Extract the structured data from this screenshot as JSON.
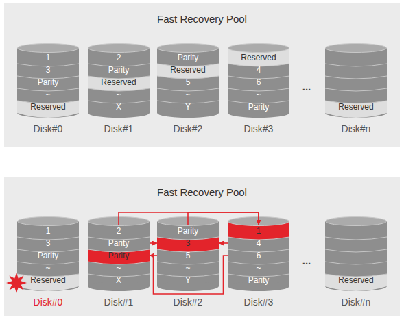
{
  "diagram": {
    "nodes": [
      {
        "text": [
          "Fast Recovery Pool"
        ]
      },
      {
        "text": [
          "Disk#0"
        ],
        "in": 0
      },
      {
        "text": [
          "1"
        ],
        "in": 1
      },
      {
        "text": [
          "3"
        ],
        "in": 1
      },
      {
        "text": [
          "Parity"
        ],
        "in": 1
      },
      {
        "text": [
          "~"
        ],
        "in": 1
      },
      {
        "text": [
          "Reserved"
        ],
        "in": 1
      },
      {
        "text": [
          "Disk#1"
        ],
        "in": 0
      },
      {
        "text": [
          "2"
        ],
        "in": 7
      },
      {
        "text": [
          "Parity"
        ],
        "in": 7
      },
      {
        "text": [
          "Reserved"
        ],
        "in": 7
      },
      {
        "text": [
          "~"
        ],
        "in": 7
      },
      {
        "text": [
          "X"
        ],
        "in": 7
      },
      {
        "text": [
          "Disk#2"
        ],
        "in": 0
      },
      {
        "text": [
          "Parity"
        ],
        "in": 13
      },
      {
        "text": [
          "Reserved"
        ],
        "in": 13
      },
      {
        "text": [
          "5"
        ],
        "in": 13
      },
      {
        "text": [
          "~"
        ],
        "in": 13
      },
      {
        "text": [
          "Y"
        ],
        "in": 13
      },
      {
        "text": [
          "Disk#3"
        ],
        "in": 0
      },
      {
        "text": [
          "Reserved"
        ],
        "in": 19
      },
      {
        "text": [
          "4"
        ],
        "in": 19
      },
      {
        "text": [
          "6"
        ],
        "in": 19
      },
      {
        "text": [
          "~"
        ],
        "in": 19
      },
      {
        "text": [
          "Parity"
        ],
        "in": 19
      },
      {
        "text": [
          "Disk#n"
        ],
        "in": 0
      },
      {
        "text": [
          "Reserved"
        ],
        "in": 25
      },
      {
        "text": [
          "Fast Recovery Pool"
        ]
      },
      {
        "text": [
          "Disk#0"
        ],
        "in": 27
      },
      {
        "text": [
          "1"
        ],
        "in": 28
      },
      {
        "text": [
          "3"
        ],
        "in": 28
      },
      {
        "text": [
          "Parity"
        ],
        "in": 28
      },
      {
        "text": [
          "~"
        ],
        "in": 28
      },
      {
        "text": [
          "Reserved"
        ],
        "in": 28
      },
      {
        "text": [
          "Disk#1"
        ],
        "in": 27
      },
      {
        "text": [
          "2"
        ],
        "in": 34
      },
      {
        "text": [
          "Parity"
        ],
        "in": 34
      },
      {
        "text": [
          "Parity"
        ],
        "in": 34
      },
      {
        "text": [
          "~"
        ],
        "in": 34
      },
      {
        "text": [
          "X"
        ],
        "in": 34
      },
      {
        "text": [
          "Disk#2"
        ],
        "in": 27
      },
      {
        "text": [
          "Parity"
        ],
        "in": 40
      },
      {
        "text": [
          "3"
        ],
        "in": 40
      },
      {
        "text": [
          "5"
        ],
        "in": 40
      },
      {
        "text": [
          "~"
        ],
        "in": 40
      },
      {
        "text": [
          "Y"
        ],
        "in": 40
      },
      {
        "text": [
          "Disk#3"
        ],
        "in": 27
      },
      {
        "text": [
          "1"
        ],
        "in": 46
      },
      {
        "text": [
          "4"
        ],
        "in": 46
      },
      {
        "text": [
          "6"
        ],
        "in": 46
      },
      {
        "text": [
          "~"
        ],
        "in": 46
      },
      {
        "text": [
          "Parity"
        ],
        "in": 46
      },
      {
        "text": [
          "Disk#n"
        ],
        "in": 27
      },
      {
        "text": [
          "Reserved"
        ],
        "in": 52
      }
    ],
    "edges": [
      {
        "from": 35,
        "to": 47,
        "arrow": "to"
      },
      {
        "from": 41,
        "to": 47,
        "arrow": "to"
      },
      {
        "from": 36,
        "to": 42,
        "arrow": "to"
      },
      {
        "from": 48,
        "to": 42,
        "arrow": "to"
      },
      {
        "from": 43,
        "to": 37,
        "arrow": "to"
      },
      {
        "from": 49,
        "to": 37,
        "arrow": "to"
      }
    ],
    "labels": [
      "...",
      "..."
    ]
  }
}
